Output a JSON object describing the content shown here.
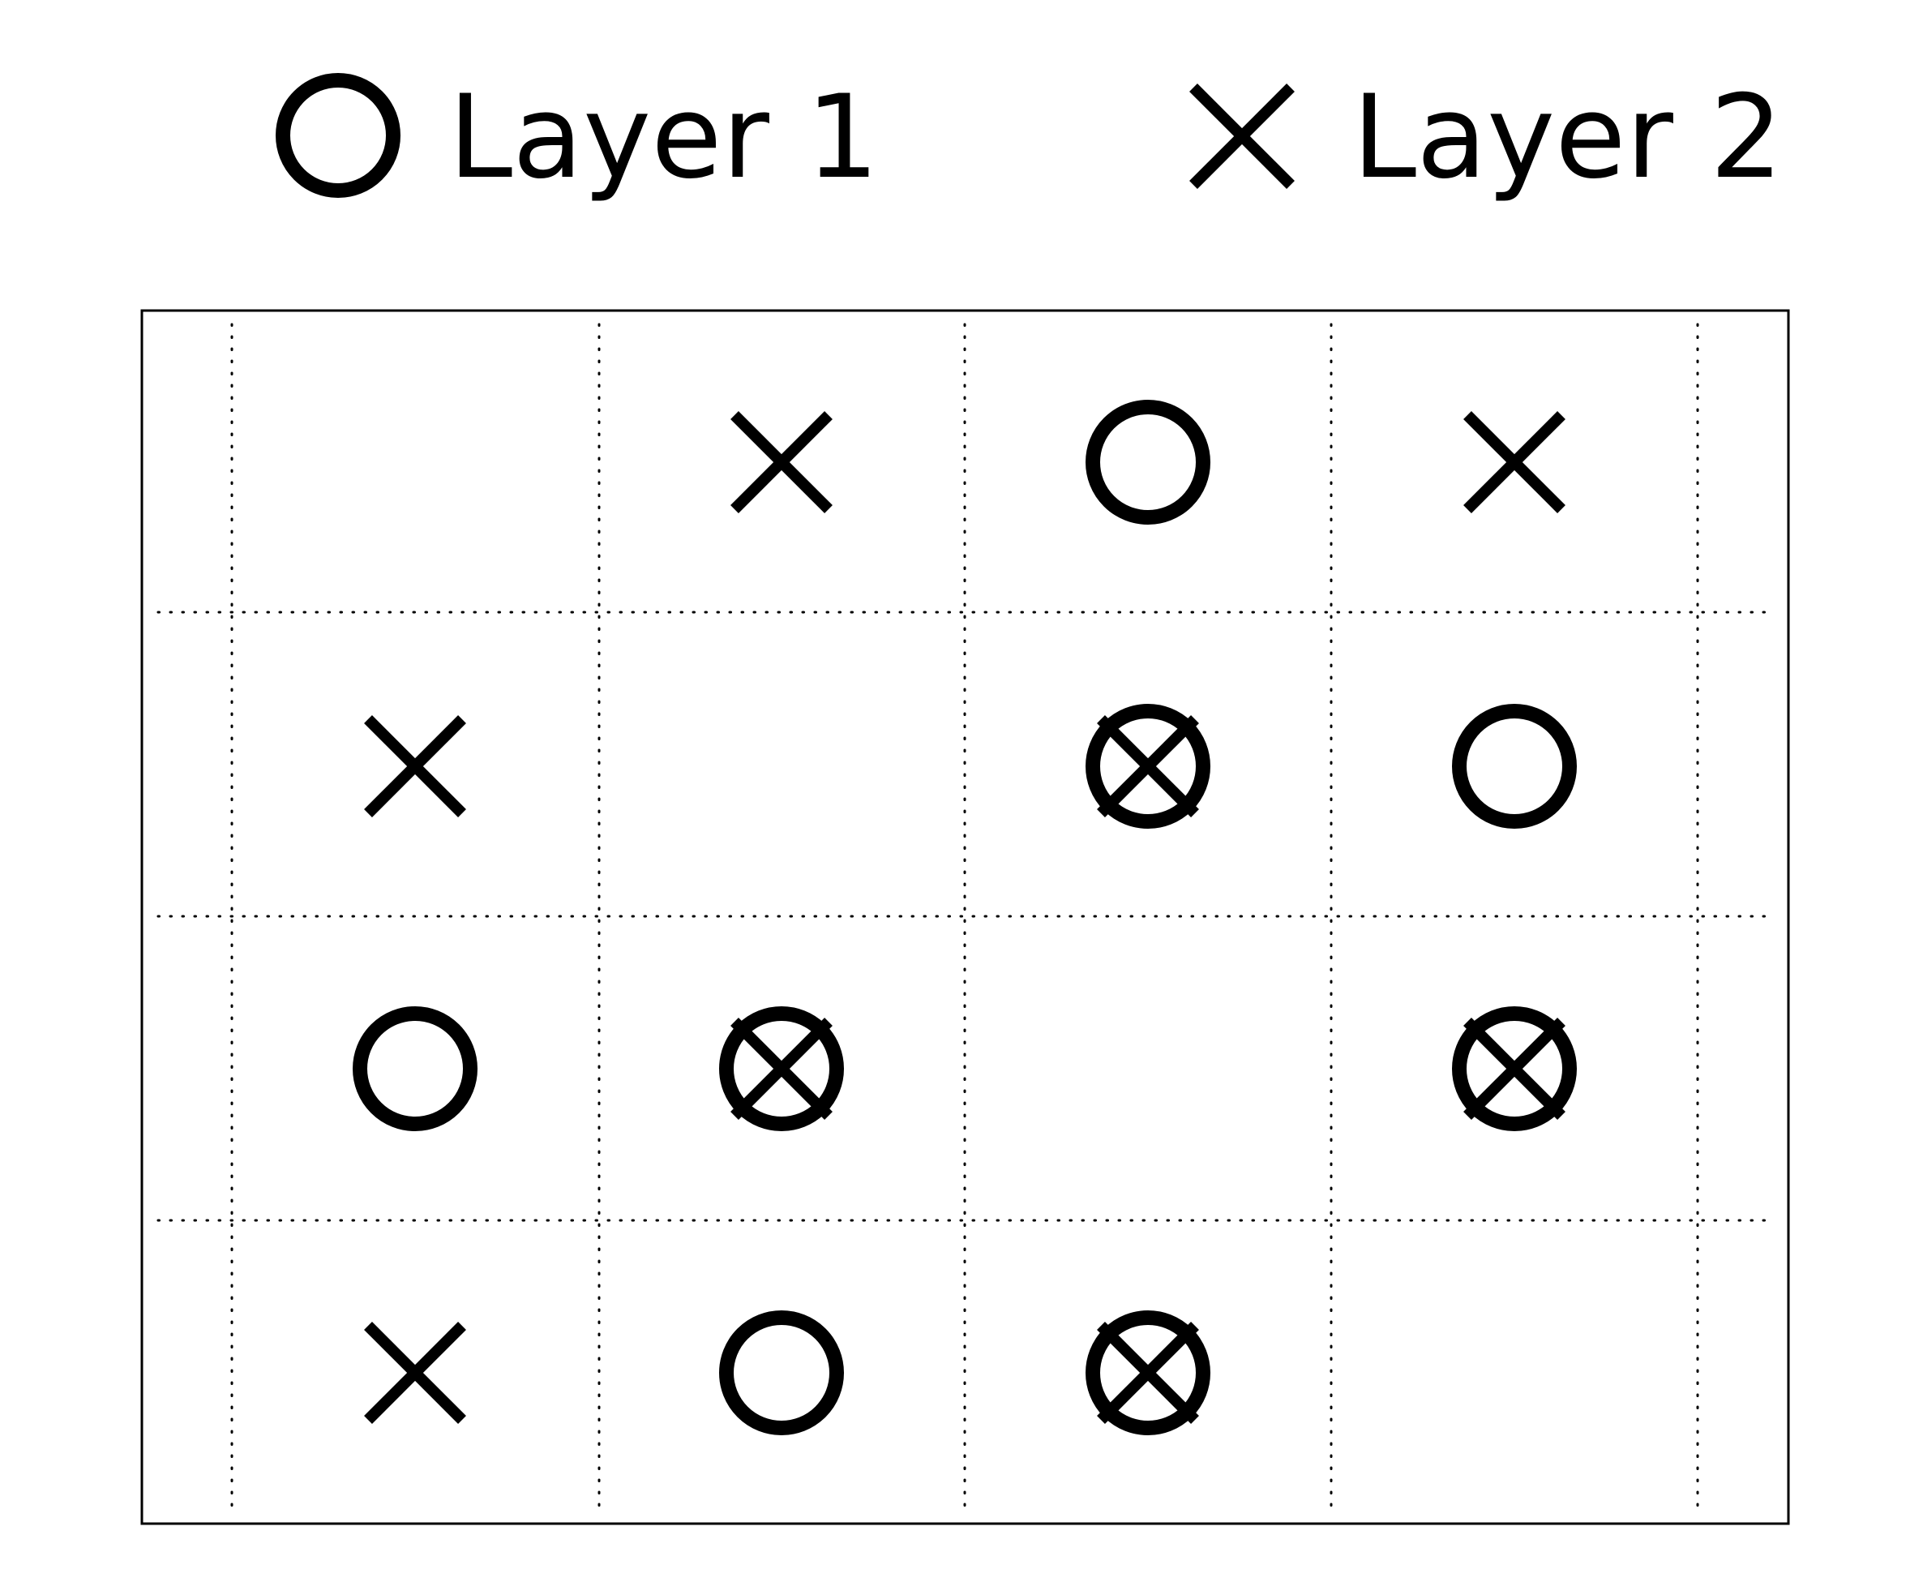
{
  "legend": {
    "items": [
      {
        "label": "Layer 1",
        "symbol": "circle",
        "icon": "circle-icon"
      },
      {
        "label": "Layer 2",
        "symbol": "cross",
        "icon": "cross-icon"
      }
    ]
  },
  "grid": {
    "columns": 4,
    "rows": 4,
    "gridline_style": "dotted",
    "cells": [
      [
        "empty",
        "cross",
        "circle",
        "cross"
      ],
      [
        "cross",
        "empty",
        "both",
        "circle"
      ],
      [
        "circle",
        "both",
        "empty",
        "both"
      ],
      [
        "cross",
        "circle",
        "both",
        "empty"
      ]
    ]
  },
  "colors": {
    "ink": "#000000",
    "background": "#ffffff"
  }
}
